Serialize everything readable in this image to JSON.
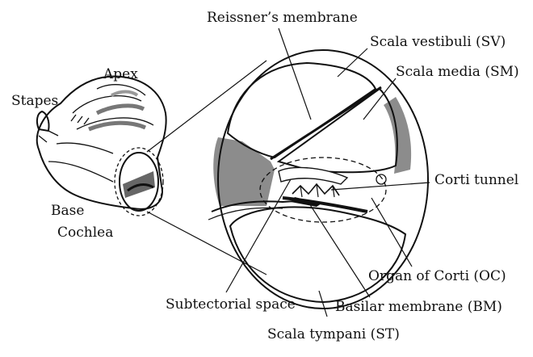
{
  "labels": {
    "reissners_membrane": "Reissner’s membrane",
    "scala_vestibuli": "Scala vestibuli (SV)",
    "scala_media": "Scala media (SM)",
    "apex": "Apex",
    "stapes": "Stapes",
    "corti_tunnel": "Corti tunnel",
    "base": "Base",
    "cochlea": "Cochlea",
    "organ_of_corti": "Organ of Corti (OC)",
    "subtectorial_space": "Subtectorial space",
    "basilar_membrane": "Basilar membrane (BM)",
    "scala_tympani": "Scala tympani (ST)"
  },
  "colors": {
    "ink": "#111111",
    "gray_tissue": "#8c8c8c",
    "light_gray": "#cfcfcf",
    "background": "#ffffff"
  }
}
